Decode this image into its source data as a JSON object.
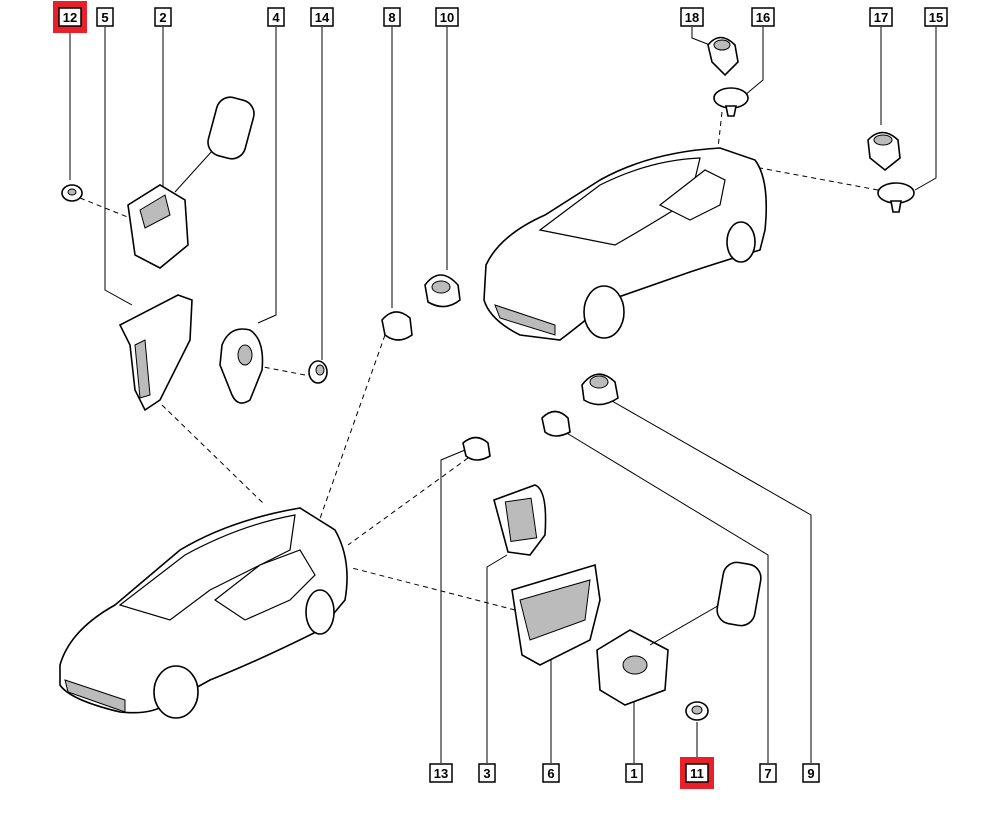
{
  "diagram": {
    "callouts": [
      {
        "id": "c12",
        "label": "12",
        "highlighted": true
      },
      {
        "id": "c5",
        "label": "5",
        "highlighted": false
      },
      {
        "id": "c2",
        "label": "2",
        "highlighted": false
      },
      {
        "id": "c4",
        "label": "4",
        "highlighted": false
      },
      {
        "id": "c14",
        "label": "14",
        "highlighted": false
      },
      {
        "id": "c8",
        "label": "8",
        "highlighted": false
      },
      {
        "id": "c10",
        "label": "10",
        "highlighted": false
      },
      {
        "id": "c18",
        "label": "18",
        "highlighted": false
      },
      {
        "id": "c16",
        "label": "16",
        "highlighted": false
      },
      {
        "id": "c17",
        "label": "17",
        "highlighted": false
      },
      {
        "id": "c15",
        "label": "15",
        "highlighted": false
      },
      {
        "id": "c13",
        "label": "13",
        "highlighted": false
      },
      {
        "id": "c3",
        "label": "3",
        "highlighted": false
      },
      {
        "id": "c6",
        "label": "6",
        "highlighted": false
      },
      {
        "id": "c1",
        "label": "1",
        "highlighted": false
      },
      {
        "id": "c11",
        "label": "11",
        "highlighted": true
      },
      {
        "id": "c7",
        "label": "7",
        "highlighted": false
      },
      {
        "id": "c9",
        "label": "9",
        "highlighted": false
      }
    ],
    "highlight_color": "#e8202a"
  }
}
